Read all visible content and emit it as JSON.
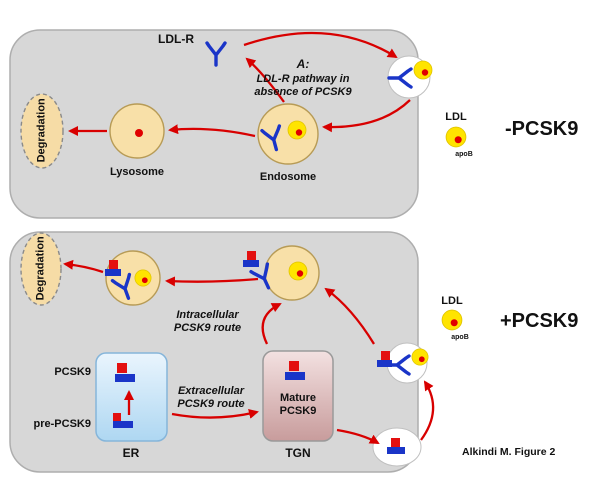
{
  "colors": {
    "arrow_red": "#d80000",
    "panel_gray": "#d7d7d7",
    "organelle_tan": "#f8e0a8",
    "ldl_yellow": "#ffe400",
    "receptor_blue": "#1a35c8",
    "pcsk9_red": "#e31010",
    "er_blue": "#cfe7f9",
    "tgn_pink": "#ddb2b2"
  },
  "top_panel": {
    "ldlr_label": "LDL-R",
    "annotation": {
      "line1": "A:",
      "line2": "LDL-R pathway in",
      "line3": "absence of PCSK9"
    },
    "degradation_label": "Degradation",
    "lysosome_label": "Lysosome",
    "endosome_label": "Endosome"
  },
  "right_top": {
    "ldl_label": "LDL",
    "apob_label": "apoB",
    "condition_label": "-PCSK9"
  },
  "bottom_panel": {
    "degradation_label": "Degradation",
    "intracellular_route": {
      "line1": "Intracellular",
      "line2": "PCSK9 route"
    },
    "extracellular_route": {
      "line1": "Extracellular",
      "line2": "PCSK9 route"
    },
    "pcsk9_label": "PCSK9",
    "pre_pcsk9_label": "pre-PCSK9",
    "er_label": "ER",
    "mature_pcsk9": {
      "line1": "Mature",
      "line2": "PCSK9"
    },
    "tgn_label": "TGN"
  },
  "right_bottom": {
    "ldl_label": "LDL",
    "apob_label": "apoB",
    "condition_label": "+PCSK9"
  },
  "caption": "Alkindi M. Figure 2"
}
